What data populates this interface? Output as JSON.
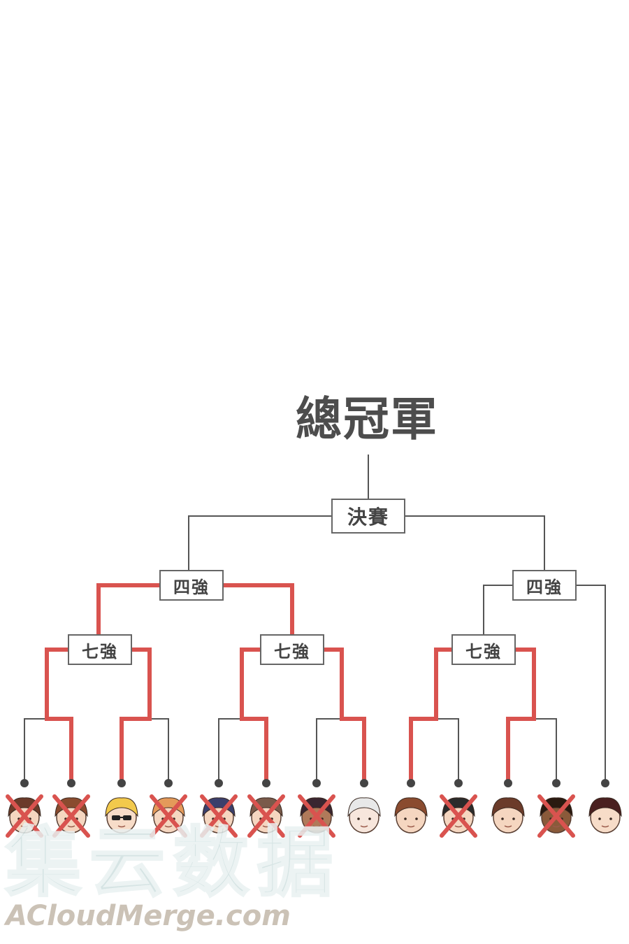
{
  "title": "總冠軍",
  "labels": {
    "final": "決賽",
    "semi_left": "四強",
    "semi_right": "四強",
    "quarter_a": "七強",
    "quarter_b": "七強",
    "quarter_c": "七強"
  },
  "colors": {
    "winner_path": "#d9534f",
    "bracket_line": "#555555",
    "eliminated_mark": "#d9534f"
  },
  "contestants": [
    {
      "name": "contestant-1",
      "eliminated": true
    },
    {
      "name": "contestant-2",
      "eliminated": true
    },
    {
      "name": "contestant-3",
      "eliminated": false
    },
    {
      "name": "contestant-4",
      "eliminated": true
    },
    {
      "name": "contestant-5",
      "eliminated": true
    },
    {
      "name": "contestant-6",
      "eliminated": true
    },
    {
      "name": "contestant-7",
      "eliminated": true
    },
    {
      "name": "contestant-8",
      "eliminated": false
    },
    {
      "name": "contestant-9",
      "eliminated": false
    },
    {
      "name": "contestant-10",
      "eliminated": true
    },
    {
      "name": "contestant-11",
      "eliminated": false
    },
    {
      "name": "contestant-12",
      "eliminated": true
    },
    {
      "name": "contestant-13",
      "eliminated": false
    }
  ],
  "watermark": {
    "cn": "集云数据",
    "en": "ACloudMerge.com"
  }
}
